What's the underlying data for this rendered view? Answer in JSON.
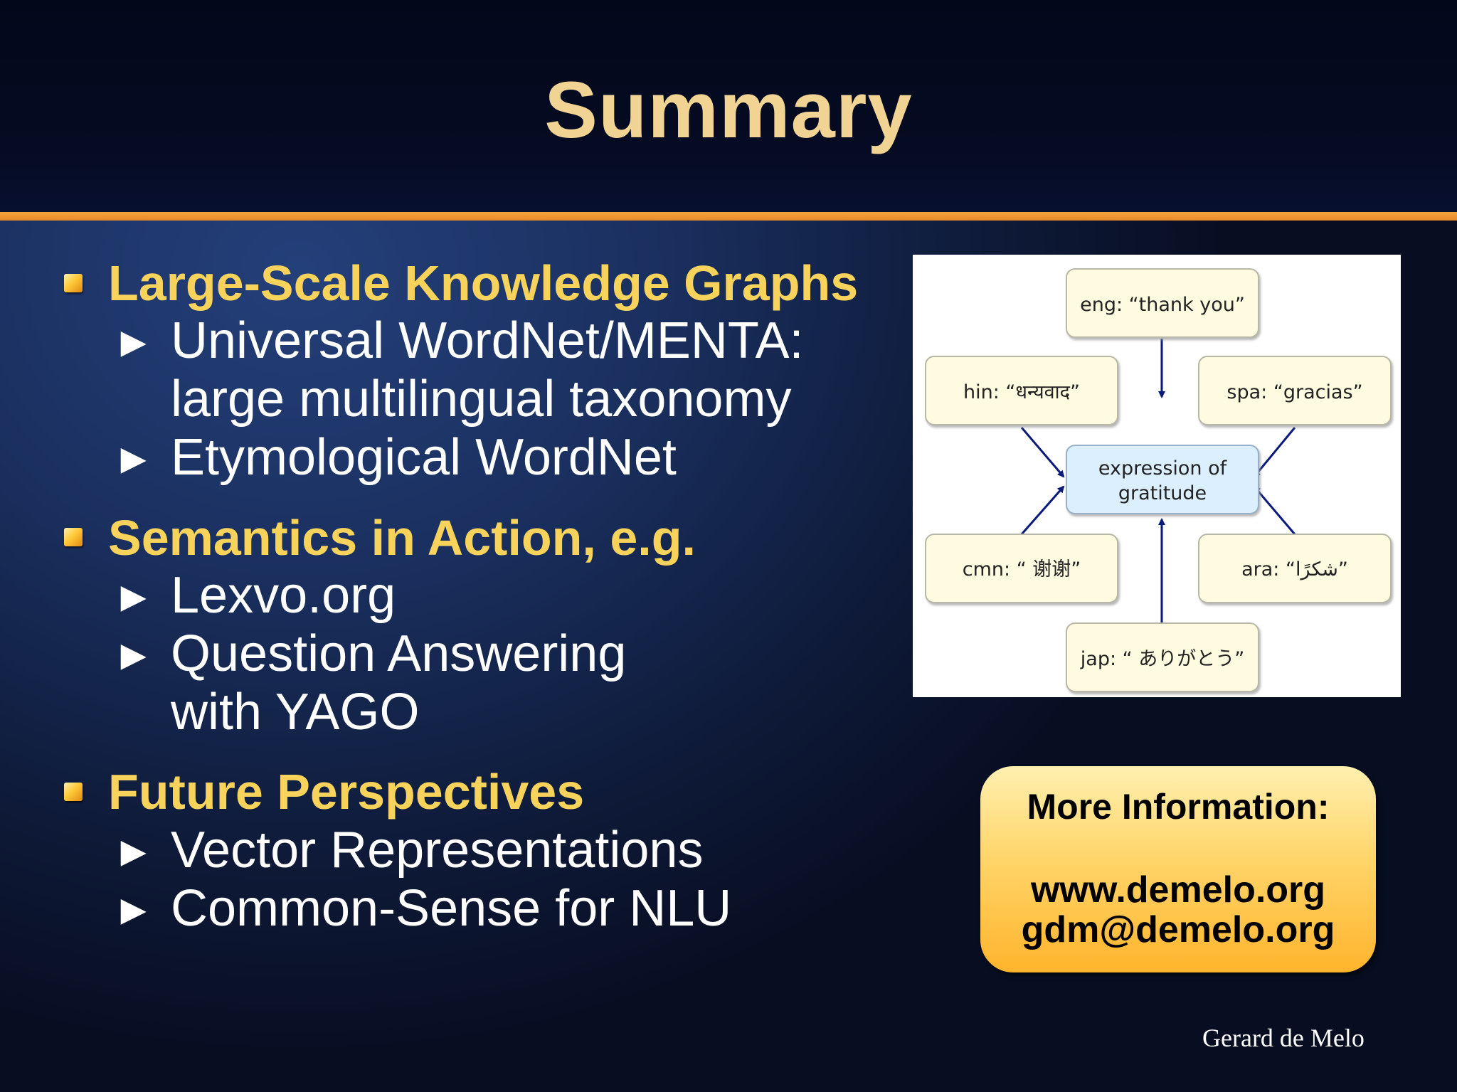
{
  "slide": {
    "title": "Summary",
    "sections": [
      {
        "heading": "Large-Scale Knowledge Graphs",
        "items": [
          {
            "lines": [
              "Universal WordNet/MENTA:",
              "large multilingual taxonomy"
            ]
          },
          {
            "lines": [
              "Etymological WordNet"
            ]
          }
        ]
      },
      {
        "heading": "Semantics in Action, e.g.",
        "items": [
          {
            "lines": [
              "Lexvo.org"
            ]
          },
          {
            "lines": [
              "Question Answering",
              "with YAGO"
            ]
          }
        ]
      },
      {
        "heading": "Future Perspectives",
        "items": [
          {
            "lines": [
              "Vector Representations"
            ]
          },
          {
            "lines": [
              "Common-Sense for NLU"
            ]
          }
        ]
      }
    ],
    "bullet_arrow": "►",
    "diagram": {
      "center": [
        "expression of",
        "gratitude"
      ],
      "nodes": {
        "eng": "eng: “thank you”",
        "hin": "hin: “धन्यवाद”",
        "spa": "spa: “gracias”",
        "cmn": "cmn: “ 谢谢”",
        "ara": "ara: “شكرًا”",
        "jap": "jap: “ ありがとう”"
      }
    },
    "info_box": {
      "title": "More Information:",
      "website": "www.demelo.org",
      "email": "gdm@demelo.org"
    },
    "author": "Gerard de Melo"
  },
  "colors": {
    "heading": "#f7d35c",
    "title": "#f1d394",
    "rule": "#e6892a",
    "node_fill": "#fffbe0",
    "center_fill": "#dcefff",
    "arrow": "#0a1a7a"
  }
}
